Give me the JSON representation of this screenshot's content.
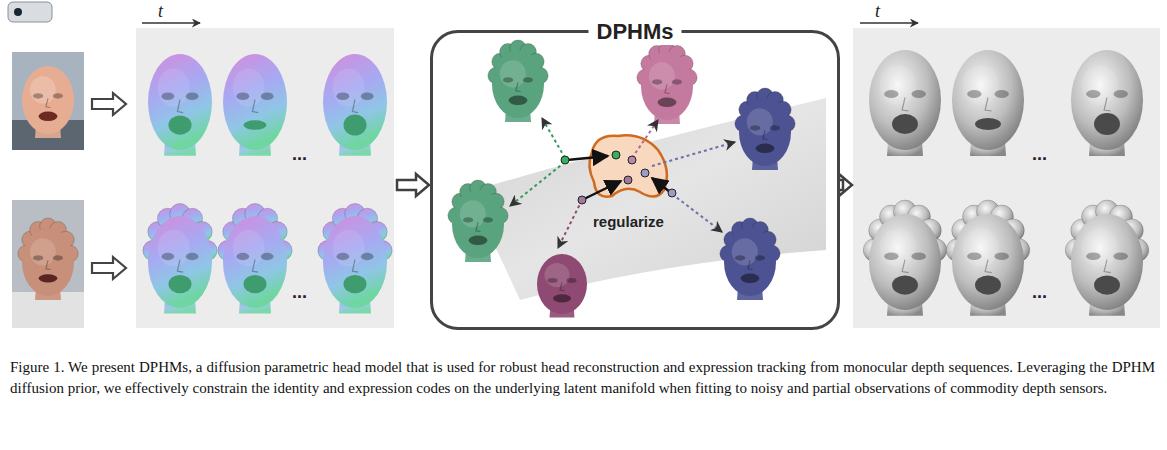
{
  "diagram": {
    "caption": "Figure 1. We present DPHMs, a diffusion parametric head model that is used for robust head reconstruction and expression tracking from monocular depth sequences. Leveraging the DPHM diffusion prior, we effectively constrain the identity and expression codes on the underlying latent manifold when fitting to noisy and partial observations of commodity depth sensors.",
    "nodes": [
      {
        "text": [
          "t",
          "...",
          "..."
        ]
      },
      {
        "text": [
          "DPHMs",
          "regularize"
        ]
      },
      {
        "text": [
          "t",
          "...",
          "..."
        ]
      }
    ],
    "edges": [
      {
        "from": 0,
        "to": 1,
        "arrow": "to"
      },
      {
        "from": 1,
        "to": 2,
        "arrow": "to"
      }
    ]
  }
}
